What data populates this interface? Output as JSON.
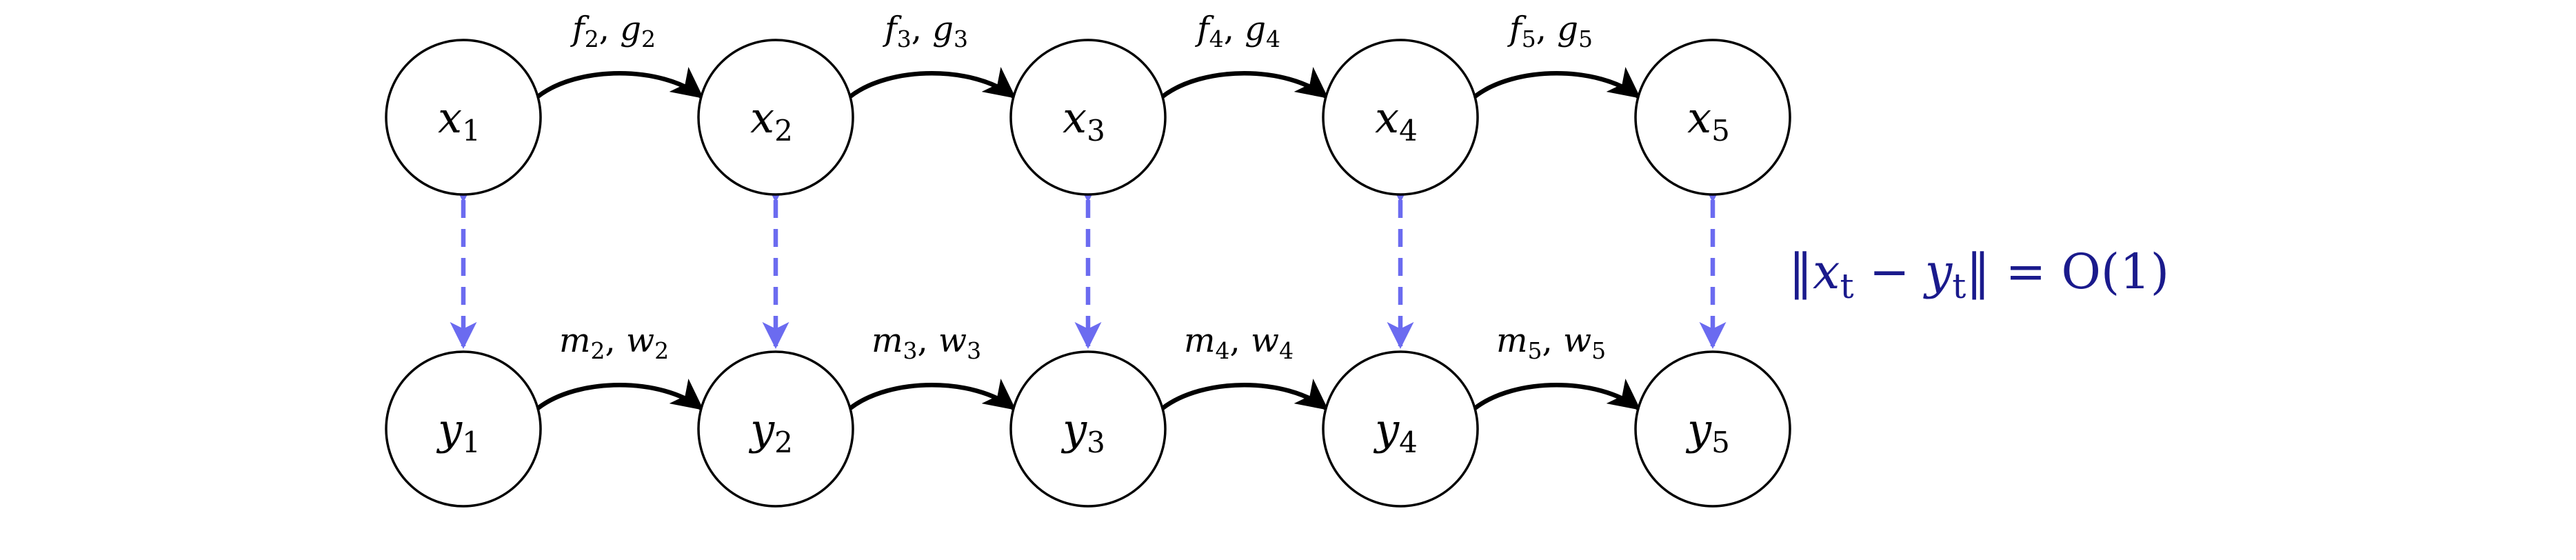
{
  "diagram": {
    "top_row": [
      {
        "var": "x",
        "sub": "1"
      },
      {
        "var": "x",
        "sub": "2"
      },
      {
        "var": "x",
        "sub": "3"
      },
      {
        "var": "x",
        "sub": "4"
      },
      {
        "var": "x",
        "sub": "5"
      }
    ],
    "bottom_row": [
      {
        "var": "y",
        "sub": "1"
      },
      {
        "var": "y",
        "sub": "2"
      },
      {
        "var": "y",
        "sub": "3"
      },
      {
        "var": "y",
        "sub": "4"
      },
      {
        "var": "y",
        "sub": "5"
      }
    ],
    "top_edges": [
      {
        "a": "f",
        "a_sub": "2",
        "b": "g",
        "b_sub": "2"
      },
      {
        "a": "f",
        "a_sub": "3",
        "b": "g",
        "b_sub": "3"
      },
      {
        "a": "f",
        "a_sub": "4",
        "b": "g",
        "b_sub": "4"
      },
      {
        "a": "f",
        "a_sub": "5",
        "b": "g",
        "b_sub": "5"
      }
    ],
    "bottom_edges": [
      {
        "a": "m",
        "a_sub": "2",
        "b": "w",
        "b_sub": "2"
      },
      {
        "a": "m",
        "a_sub": "3",
        "b": "w",
        "b_sub": "3"
      },
      {
        "a": "m",
        "a_sub": "4",
        "b": "w",
        "b_sub": "4"
      },
      {
        "a": "m",
        "a_sub": "5",
        "b": "w",
        "b_sub": "5"
      }
    ],
    "annotation": {
      "left_bar": "‖",
      "x": "x",
      "x_sub": "t",
      "minus": " − ",
      "y": "y",
      "y_sub": "t",
      "right_bar": "‖",
      "rest": " = O(1)"
    },
    "colors": {
      "link": "#6b6bf0",
      "annotation": "#1a1a8c",
      "edge": "#000000"
    }
  }
}
